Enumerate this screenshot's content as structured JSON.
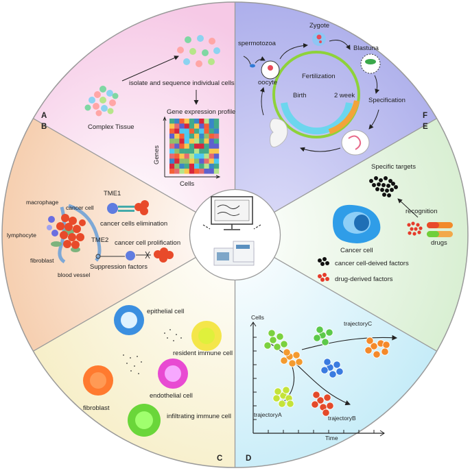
{
  "panels": {
    "A": {
      "letter": "A",
      "complex_tissue": "Complex  Tissue",
      "isolate": "isolate and sequence individual cells",
      "gene_profile": "Gene expression profile",
      "genes": "Genes",
      "cells": "Cells"
    },
    "B": {
      "letter": "B",
      "macrophage": "macrophage",
      "cancer_cell": "cancer cell",
      "lymphocyte": "lymphocyte",
      "fibroblast": "fibroblast",
      "blood_vessel": "blood vessel",
      "tme1": "TME1",
      "tme1_caption": "cancer cells elimination",
      "tme2": "TME2",
      "tme2_caption": "cancer cell prolification",
      "suppression": "Suppression factors"
    },
    "C": {
      "letter": "C",
      "epithelial": "epithelial cell",
      "resident": "resident immune cell",
      "fibroblast": "fibroblast",
      "endothelial": "endothelial cell",
      "infiltrating": "infiltrating immune cell"
    },
    "D": {
      "letter": "D",
      "cells_axis": "Cells",
      "time_axis": "Time",
      "trajA": "trajectoryA",
      "trajB": "trajectoryB",
      "trajC": "trajectoryC"
    },
    "E": {
      "letter": "E",
      "specific_targets": "Specific targets",
      "recognition": "recognition",
      "cancer_cell": "Cancer cell",
      "drugs": "drugs",
      "legend_cancer": "cancer cell-deived factors",
      "legend_drug": "drug-derived factors"
    },
    "F": {
      "letter": "F",
      "zygote": "Zygote",
      "spermatozoa": "spermotozoa",
      "blastuna": "Blastuna",
      "fertilization": "Fertilization",
      "oocyte": "oocyte",
      "birth": "Birth",
      "two_week": "2 week",
      "specification": "Specification"
    }
  },
  "colors": {
    "A": "#f8d3ea",
    "B": "#f8dcc4",
    "C": "#f8f2d6",
    "D": "#d6f0f8",
    "E": "#e6f4e2",
    "F": "#bfc0ef",
    "divider": "#8f8f8f"
  },
  "icons": [
    "computer-icon",
    "sequencer-icon",
    "heatmap-icon",
    "embryo-icon"
  ]
}
